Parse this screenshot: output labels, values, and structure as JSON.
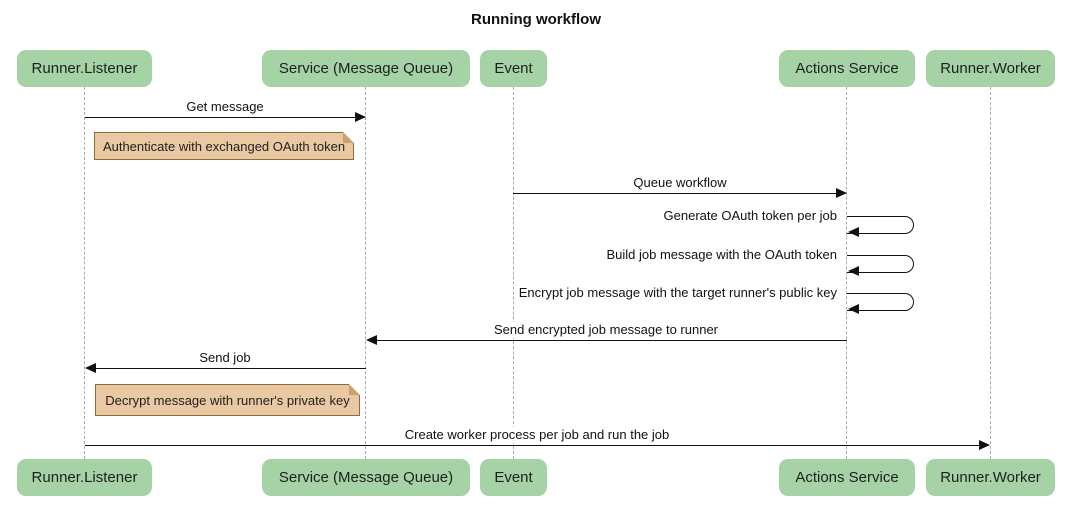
{
  "title": "Running workflow",
  "colors": {
    "background": "#ffffff",
    "actor_fill": "#a5d3a6",
    "actor_text": "#1f1f1f",
    "note_fill": "#e9c8a2",
    "note_border": "#8a6d3b",
    "note_fold": "#c9a36e",
    "lifeline": "#aaaaaa",
    "arrow": "#111111"
  },
  "actors": [
    {
      "id": "runner-listener",
      "label": "Runner.Listener"
    },
    {
      "id": "service-message-queue",
      "label": "Service (Message Queue)"
    },
    {
      "id": "event",
      "label": "Event"
    },
    {
      "id": "actions-service",
      "label": "Actions Service"
    },
    {
      "id": "runner-worker",
      "label": "Runner.Worker"
    }
  ],
  "messages": [
    {
      "label": "Get message",
      "from": "Runner.Listener",
      "to": "Service (Message Queue)",
      "direction": "right"
    },
    {
      "label": "Queue workflow",
      "from": "Event",
      "to": "Actions Service",
      "direction": "right"
    },
    {
      "label": "Send encrypted job message to runner",
      "from": "Actions Service",
      "to": "Service (Message Queue)",
      "direction": "left"
    },
    {
      "label": "Send job",
      "from": "Service (Message Queue)",
      "to": "Runner.Listener",
      "direction": "left"
    },
    {
      "label": "Create worker process per job and run the job",
      "from": "Runner.Listener",
      "to": "Runner.Worker",
      "direction": "right"
    }
  ],
  "self_messages": [
    {
      "label": "Generate OAuth token per job",
      "actor": "Actions Service"
    },
    {
      "label": "Build job message with the OAuth token",
      "actor": "Actions Service"
    },
    {
      "label": "Encrypt job message with the target runner's public key",
      "actor": "Actions Service"
    }
  ],
  "notes": [
    {
      "text": "Authenticate with exchanged OAuth token",
      "position": "right of Runner.Listener"
    },
    {
      "text": "Decrypt message with runner's private key",
      "position": "right of Runner.Listener"
    }
  ]
}
